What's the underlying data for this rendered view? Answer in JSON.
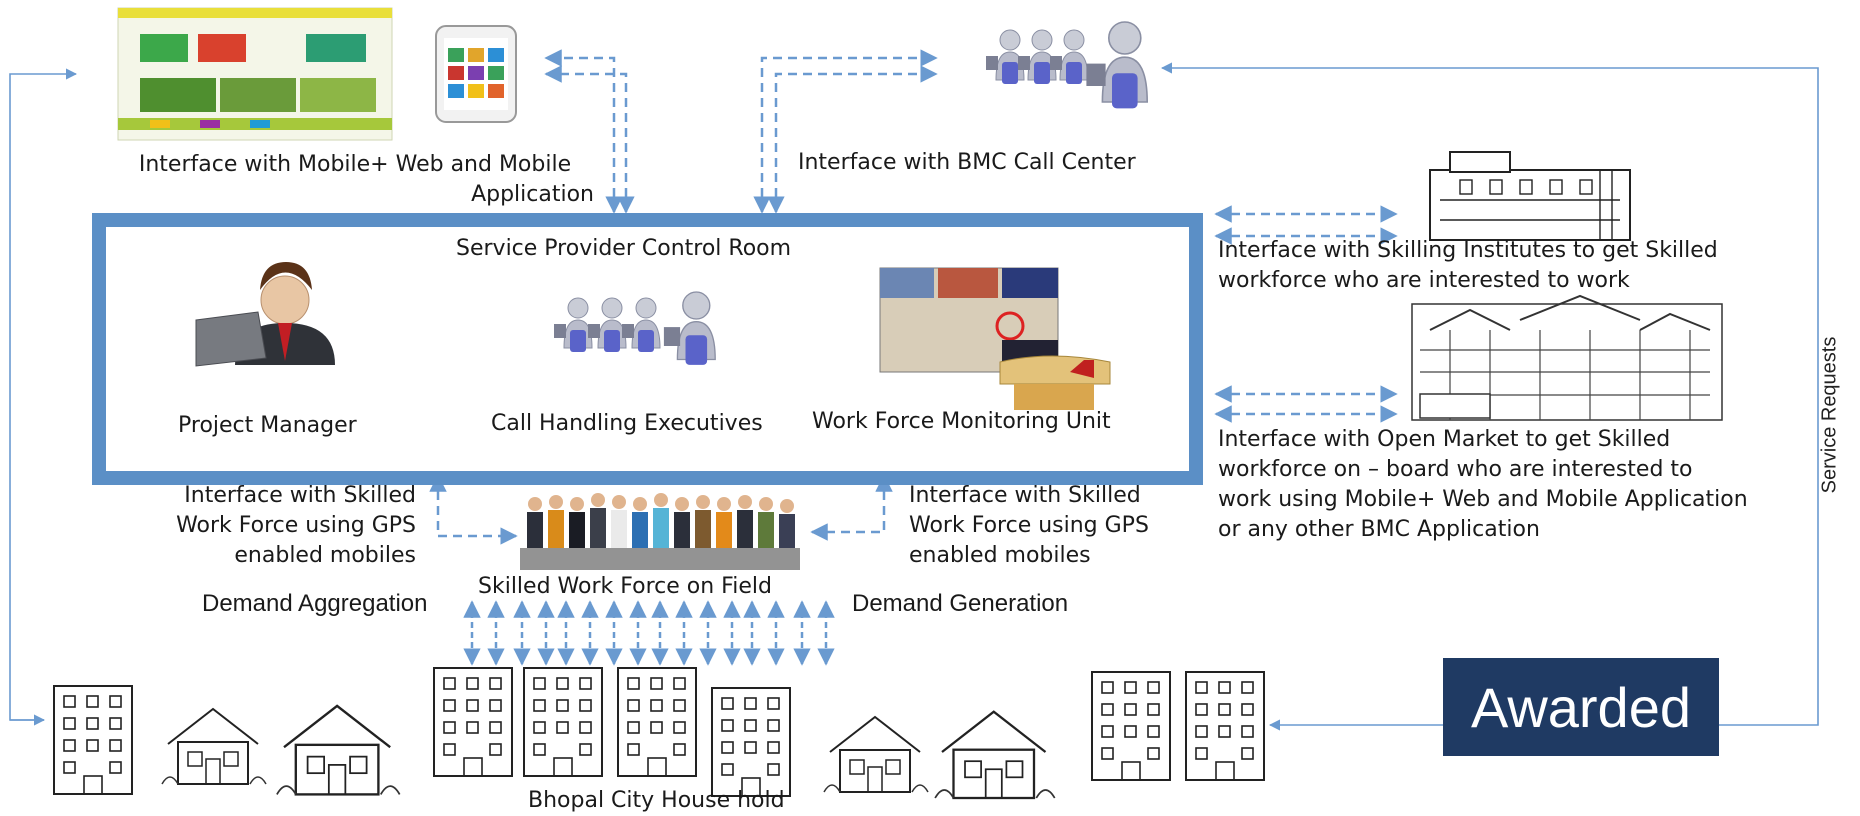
{
  "colors": {
    "accent": "#5b8fc6",
    "awarded_bg": "#1f3a63",
    "arrow": "#6a9ad0"
  },
  "labels": {
    "mobile_web_line1": "Interface with Mobile+ Web and Mobile",
    "mobile_web_line2": "Application",
    "bmc_call_center": "Interface with BMC Call Center",
    "control_room_title": "Service Provider Control Room",
    "project_manager": "Project Manager",
    "call_handling": "Call Handling Executives",
    "monitoring_unit": "Work Force Monitoring Unit",
    "skilling_line1": "Interface with Skilling Institutes to get Skilled",
    "skilling_line2": "workforce who are interested to work",
    "open_market_line1": "Interface with Open Market to get Skilled",
    "open_market_line2": "workforce on – board who are interested to",
    "open_market_line3": "work using Mobile+ Web and Mobile Application",
    "open_market_line4": "or any other BMC Application",
    "gps_left_line1": "Interface with Skilled",
    "gps_left_line2": "Work Force using GPS",
    "gps_left_line3": "enabled mobiles",
    "gps_right_line1": "Interface with Skilled",
    "gps_right_line2": "Work Force using GPS",
    "gps_right_line3": "enabled mobiles",
    "skilled_field": "Skilled Work Force on Field",
    "demand_aggregation": "Demand Aggregation",
    "demand_generation": "Demand Generation",
    "household": "Bhopal City House hold",
    "awarded": "Awarded",
    "service_requests": "Service Requests"
  },
  "icons": [
    "website-screenshot-icon",
    "mobile-phone-icon",
    "call-center-icon",
    "manager-icon",
    "call-executives-icon",
    "monitoring-room-icon",
    "institute-building-icon",
    "market-building-icon",
    "workforce-group-icon",
    "apartment-icon",
    "house-icon"
  ]
}
